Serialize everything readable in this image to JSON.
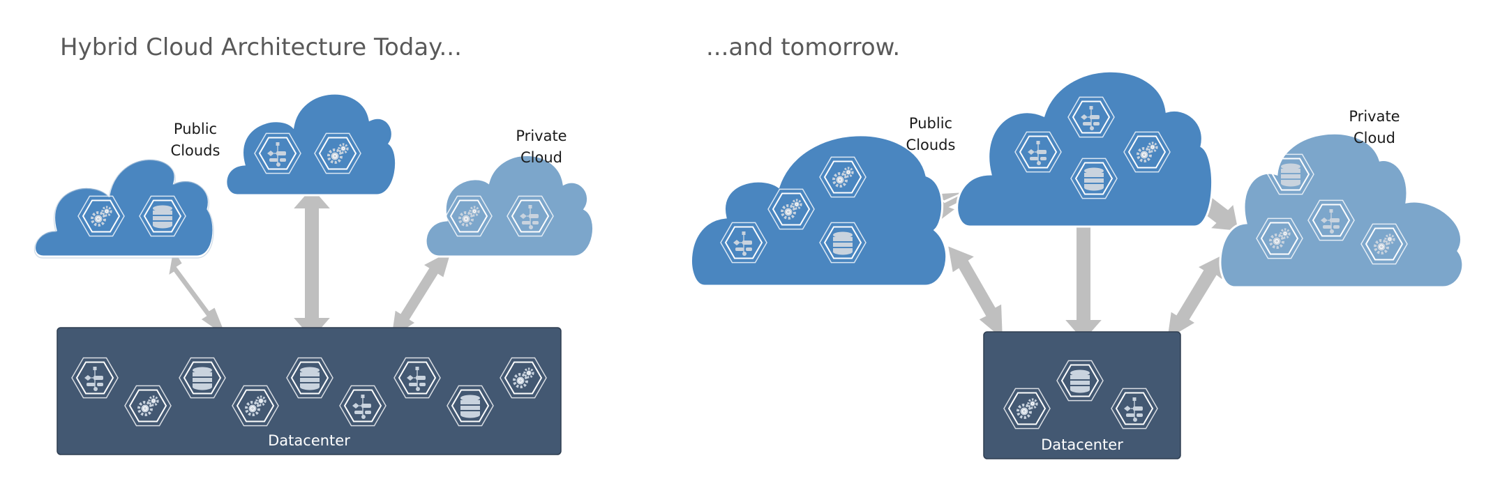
{
  "titles": {
    "today": "Hybrid Cloud Architecture Today...",
    "tomorrow": "...and tomorrow."
  },
  "today": {
    "public_clouds": [
      "Public",
      "Clouds"
    ],
    "private_cloud": [
      "Private",
      "Cloud"
    ],
    "datacenter": "Datacenter"
  },
  "tomorrow": {
    "public_clouds": [
      "Public",
      "Clouds"
    ],
    "private_cloud": [
      "Private",
      "Cloud"
    ],
    "datacenter": "Datacenter"
  },
  "colors": {
    "public_cloud": "#4a86c0",
    "private_cloud": "#7ca6cb",
    "datacenter": "#435872",
    "arrow": "#bfbfbf",
    "title": "#595959"
  },
  "icons": [
    "workflow-icon",
    "gears-icon",
    "database-icon"
  ]
}
